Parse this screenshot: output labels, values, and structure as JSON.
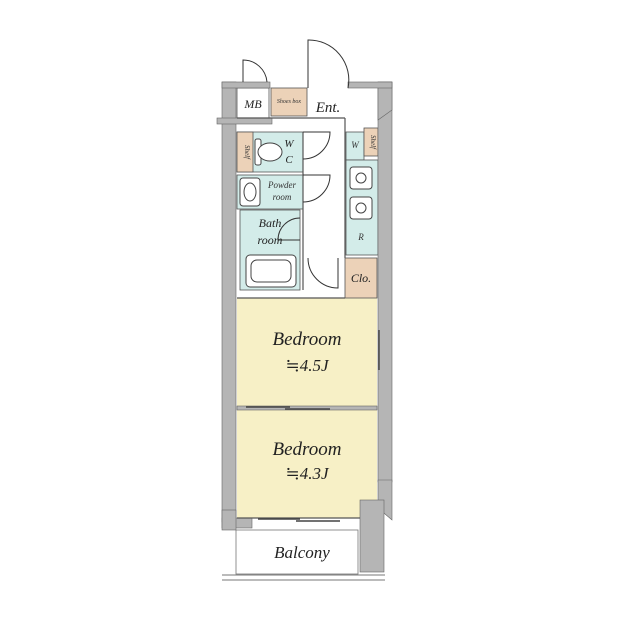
{
  "rooms": {
    "mb": "MB",
    "shoes_box": "Shoes box",
    "entrance": "Ent.",
    "shelf_left": "Shelf",
    "wc_w": "W",
    "wc_c": "C",
    "shelf_right": "Shelf",
    "washer": "W",
    "powder_line1": "Powder",
    "powder_line2": "room",
    "bath_line1": "Bath",
    "bath_line2": "room",
    "fridge": "R",
    "closet": "Clo.",
    "bedroom1_name": "Bedroom",
    "bedroom1_size": "≒4.5J",
    "bedroom2_name": "Bedroom",
    "bedroom2_size": "≒4.3J",
    "balcony": "Balcony"
  },
  "colors": {
    "wall": "#b5b5b5",
    "bedroom_floor": "#f7f0c6",
    "wet_area": "#d3ece9",
    "wood_storage": "#ecd2b8",
    "line": "#444444"
  }
}
